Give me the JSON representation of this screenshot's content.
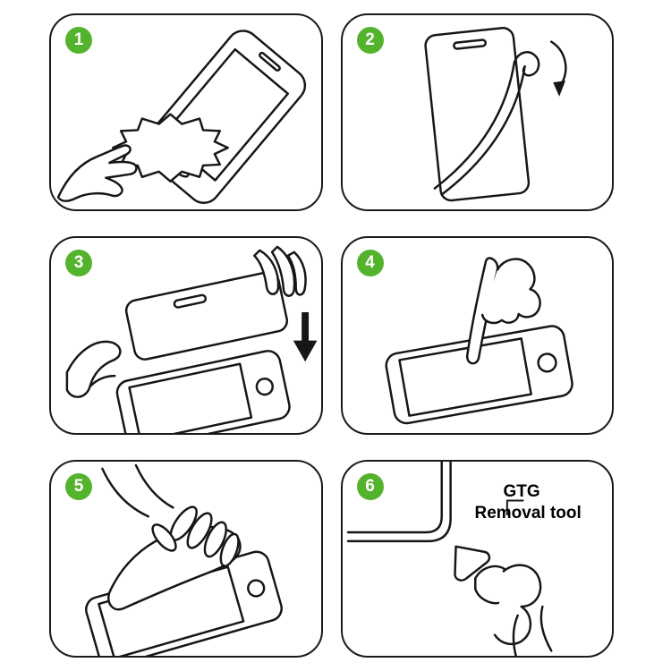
{
  "colors": {
    "step_badge": "#54b32c",
    "line_art": "#161616",
    "panel_border": "#1a1a1a",
    "background": "#ffffff"
  },
  "steps": [
    {
      "number": "1",
      "illustration": "wipe-screen-with-cleaning-cloth"
    },
    {
      "number": "2",
      "illustration": "peel-backing-film-off-protector"
    },
    {
      "number": "3",
      "illustration": "align-protector-and-lower-onto-screen"
    },
    {
      "number": "4",
      "illustration": "press-center-of-protector"
    },
    {
      "number": "5",
      "illustration": "smooth-film-over-screen"
    },
    {
      "number": "6",
      "illustration": "lift-protector-with-removal-tool",
      "label": {
        "line1": "GTG",
        "line2": "Removal tool"
      }
    }
  ]
}
